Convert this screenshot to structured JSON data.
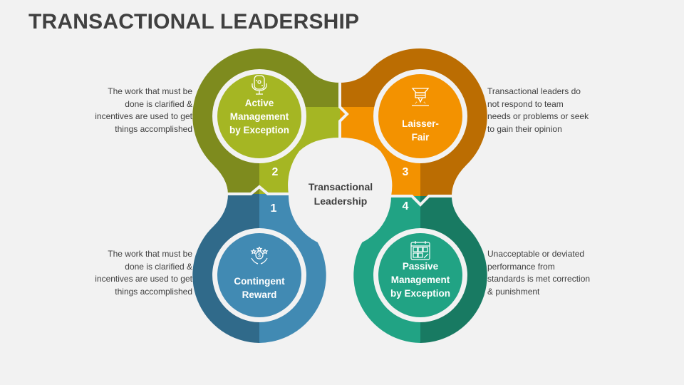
{
  "title": "TRANSACTIONAL LEADERSHIP",
  "center": {
    "label_line1": "Transactional",
    "label_line2": "Leadership"
  },
  "segments": [
    {
      "number": "1",
      "label_line1": "Contingent",
      "label_line2": "Reward",
      "icon": "hands-coin-stars-icon",
      "color_light": "#418ab3",
      "color_dark": "#306a8a",
      "description": [
        "The work that must be",
        "done is clarified &",
        "incentives are used to get",
        "things accomplished"
      ]
    },
    {
      "number": "2",
      "label_line1": "Active",
      "label_line2": "Management",
      "label_line3": "by Exception",
      "icon": "microphone-icon",
      "color_light": "#a5b623",
      "color_dark": "#7e8b1e",
      "description": [
        "The work that must be",
        "done is clarified &",
        "incentives are used to get",
        "things accomplished"
      ]
    },
    {
      "number": "3",
      "label_line1": "Laisser-",
      "label_line2": "Fair",
      "icon": "funnel-sprinkler-icon",
      "color_light": "#f39200",
      "color_dark": "#bb6d02",
      "description": [
        "Transactional leaders do",
        "not respond to team",
        "needs or problems or seek",
        "to gain their opinion"
      ]
    },
    {
      "number": "4",
      "label_line1": "Passive",
      "label_line2": "Management",
      "label_line3": "by Exception",
      "icon": "calendar-dollar-icon",
      "color_light": "#21a384",
      "color_dark": "#187a62",
      "description": [
        "Unacceptable or deviated",
        "performance from",
        "standards is met correction",
        "& punishment"
      ]
    }
  ]
}
